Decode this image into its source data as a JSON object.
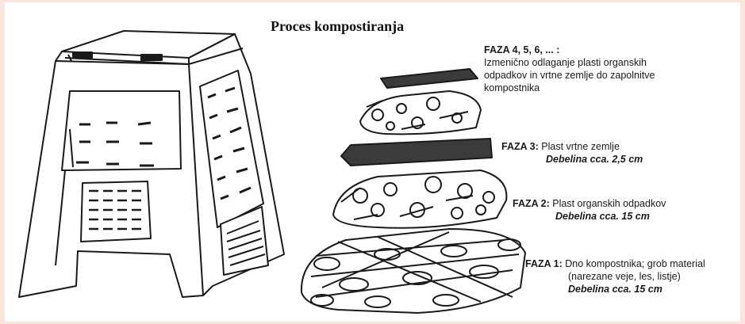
{
  "title": "Proces kompostiranja",
  "phases": [
    {
      "tag": "FAZA 4, 5, 6, ... :",
      "lines": [
        "Izmenično odlaganje plasti organskih",
        "odpadkov in vrtne zemlje do zapolnitve",
        "kompostnika"
      ]
    },
    {
      "tag": "FAZA 3:",
      "desc": "Plast vrtne zemlje",
      "thickness": "Debelina cca. 2,5 cm"
    },
    {
      "tag": "FAZA 2:",
      "desc": "Plast organskih odpadkov",
      "thickness": "Debelina cca. 15 cm"
    },
    {
      "tag": "FAZA 1:",
      "desc": "Dno kompostnika; grob material",
      "desc2": "(narezane veje, les, listje)",
      "thickness": "Debelina cca. 15 cm"
    }
  ],
  "colors": {
    "background": "#fbe6dd",
    "ink": "#1a1a1a"
  }
}
